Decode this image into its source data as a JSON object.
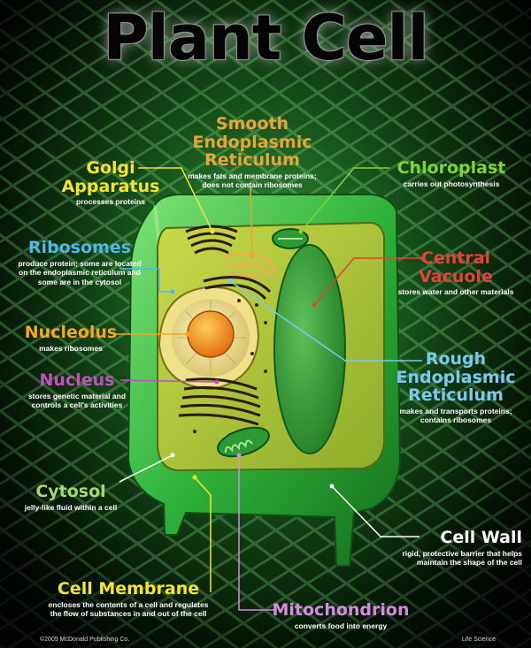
{
  "title": "Plant Cell",
  "labels": {
    "smooth_er": {
      "name_line1": "Smooth Endoplasmic",
      "name_line2": "Reticulum",
      "desc_line1": "makes fats and membrane proteins;",
      "desc_line2": "does not contain ribosomes",
      "color": "#e8a33a"
    },
    "golgi": {
      "name_line1": "Golgi",
      "name_line2": "Apparatus",
      "desc_line1": "processes proteins",
      "color": "#f5e432"
    },
    "chloroplast": {
      "name_line1": "Chloroplast",
      "desc_line1": "carries out photosynthesis",
      "color": "#7fd43a"
    },
    "ribosomes": {
      "name_line1": "Ribosomes",
      "desc_line1": "produce protein; some are located",
      "desc_line2": "on the endoplasmic reticulum and",
      "desc_line3": "some are in the cytosol",
      "color": "#4db8e8"
    },
    "central_vacuole": {
      "name_line1": "Central",
      "name_line2": "Vacuole",
      "desc_line1": "stores water and other materials",
      "color": "#e8413a"
    },
    "nucleolus": {
      "name_line1": "Nucleolus",
      "desc_line1": "makes ribosomes",
      "color": "#f5a623"
    },
    "rough_er": {
      "name_line1": "Rough",
      "name_line2": "Endoplasmic",
      "name_line3": "Reticulum",
      "desc_line1": "makes and transports proteins;",
      "desc_line2": "contains ribosomes",
      "color": "#7cc8ee"
    },
    "nucleus": {
      "name_line1": "Nucleus",
      "desc_line1": "stores genetic material and",
      "desc_line2": "controls a cell's activities",
      "color": "#c24fc0"
    },
    "cytosol": {
      "name_line1": "Cytosol",
      "desc_line1": "jelly-like fluid within a cell",
      "color": "#a4d870"
    },
    "cell_wall": {
      "name_line1": "Cell Wall",
      "desc_line1": "rigid, protective barrier that helps",
      "desc_line2": "maintain the shape of the cell",
      "color": "#ffffff"
    },
    "cell_membrane": {
      "name_line1": "Cell Membrane",
      "desc_line1": "encloses the contents of a cell and regulates",
      "desc_line2": "the flow of substances in and out of the cell",
      "color": "#f5e432"
    },
    "mitochondrion": {
      "name_line1": "Mitochondrion",
      "desc_line1": "converts food into energy",
      "color": "#d88be0"
    }
  },
  "footer": {
    "left": "©2009 McDonald Publishing Co.",
    "right": "Life Science"
  }
}
